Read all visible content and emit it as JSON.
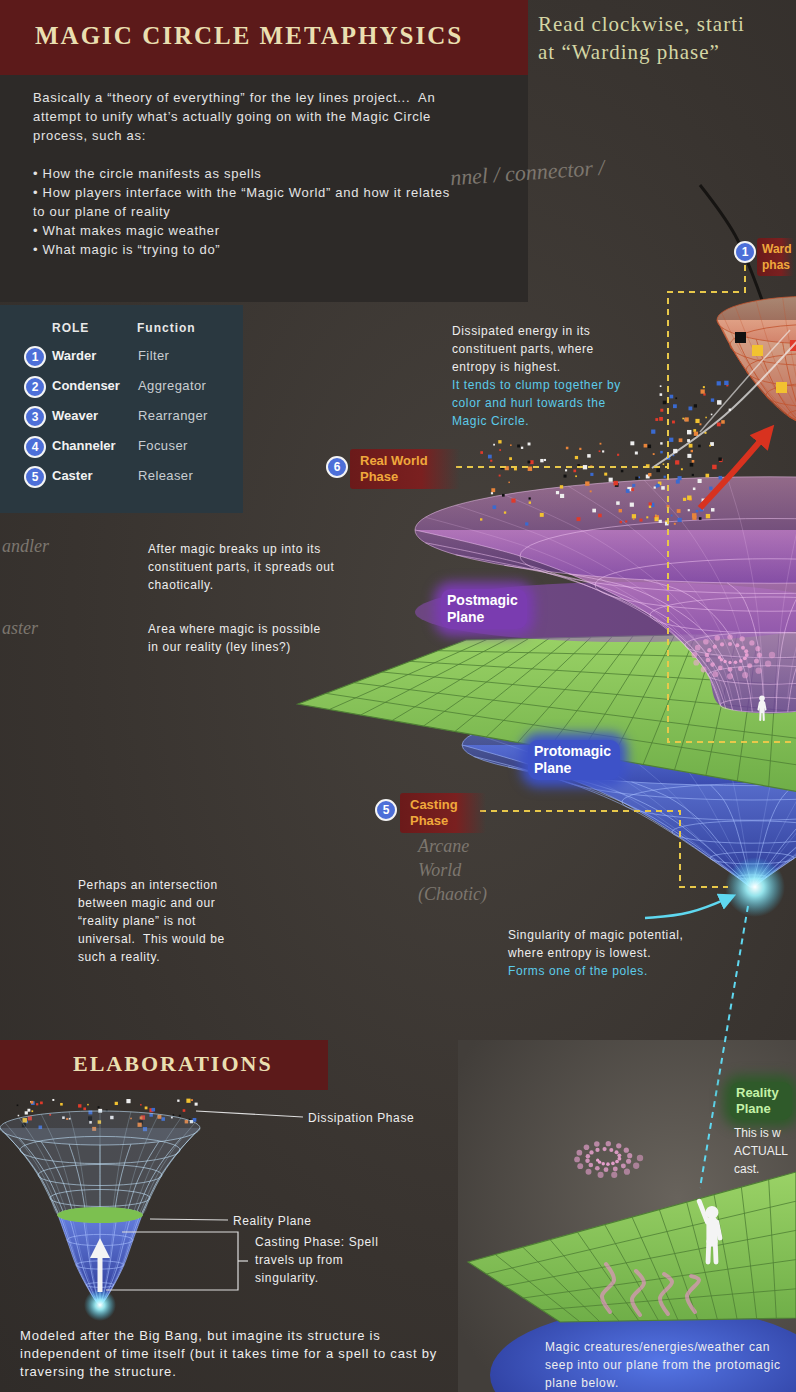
{
  "diagram": {
    "title": "MAGIC CIRCLE METAPHYSICS",
    "nodes": [
      {
        "text": [
          "Ward phas"
        ]
      },
      {
        "text": [
          "Real World Phase"
        ]
      },
      {
        "text": [
          "Casting Phase"
        ]
      }
    ],
    "labels": [
      "Read clockwise, starti",
      "at “Warding phase”",
      "Basically a “theory of everything” for the ley lines project...  An attempt to unify what’s actually going on with the Magic Circle process, such as:",
      "• How the circle manifests as spells",
      "• How players interface with the “Magic World” and how it relates to our plane of reality",
      "• What makes magic weather",
      "• What magic is “trying to do”",
      "nnel / connector /",
      "1",
      "ROLE",
      "Function",
      "1",
      "Warder",
      "Filter",
      "2",
      "Condenser",
      "Aggregator",
      "3",
      "Weaver",
      "Rearranger",
      "4",
      "Channeler",
      "Focuser",
      "5",
      "Caster",
      "Releaser",
      "Dissipated energy in its constituent parts, where entropy is highest.",
      "It tends to clump together by color and hurl towards the Magic Circle.",
      "6",
      "andler",
      "After magic breaks up into its constituent parts, it spreads out chaotically.",
      "Postmagic Plane",
      "aster",
      "Area where magic is possible in our reality (ley lines?)",
      "Protomagic Plane",
      "5",
      "Arcane World (Chaotic)",
      "Perhaps an intersection between magic and our “reality plane” is not universal.  This would be such a reality.",
      "Singularity of magic potential, where entropy is lowest.",
      "Forms one of the poles.",
      "ELABORATIONS",
      "Dissipation Phase",
      "Reality Plane",
      "Casting Phase: Spell travels up from singularity.",
      "Reality Plane",
      "This is w ACTUALL cast.",
      "Modeled after the Big Bang, but imagine its structure is independent of time itself (but it takes time for a spell to cast by traversing the structure.",
      "Magic creatures/energies/weather can seep into our plane from the protomagic plane below."
    ]
  }
}
